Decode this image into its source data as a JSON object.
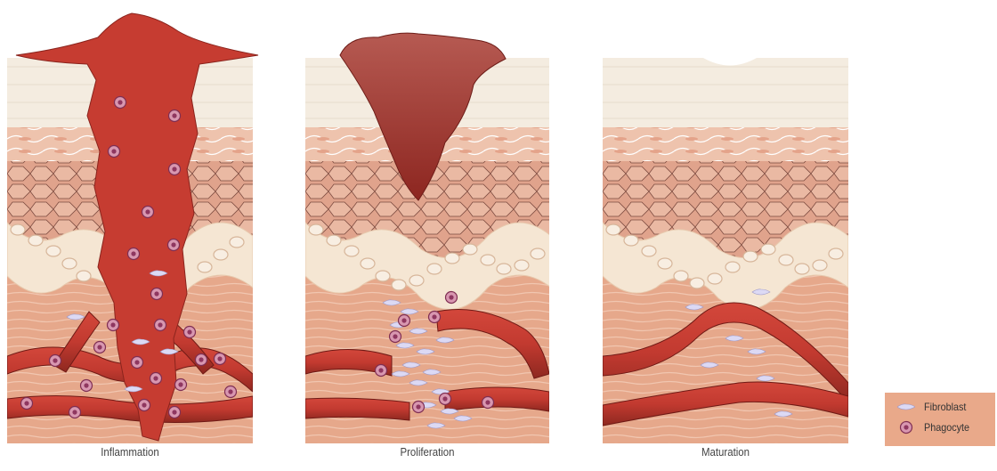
{
  "panels": [
    {
      "label": "Inflammation"
    },
    {
      "label": "Proliferation"
    },
    {
      "label": "Maturation"
    }
  ],
  "legend": {
    "fibroblast_label": "Fibroblast",
    "phagocyte_label": "Phagocyte"
  },
  "colors": {
    "stratum_corneum": "#f3ebdd",
    "epidermis": "#e9b49d",
    "dermis": "#e4a184",
    "blood": "#c43e33",
    "blood_dark": "#9e2a22",
    "clot": "#b0443c",
    "fibroblast": "#d9d6f2",
    "phagocyte": "#b9507d",
    "legend_bg": "#e9a98a"
  }
}
